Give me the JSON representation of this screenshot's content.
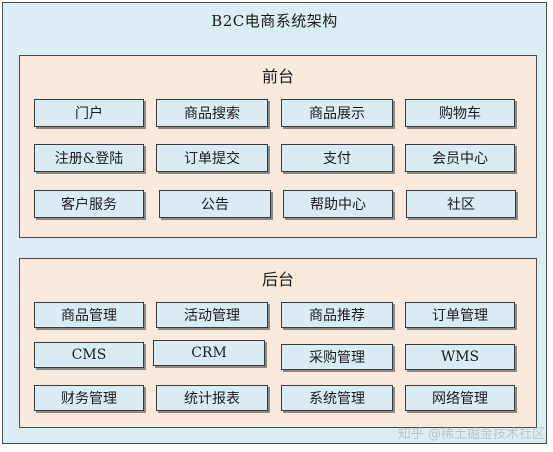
{
  "title": "B2C电商系统架构",
  "frontend": {
    "title": "前台",
    "modules": [
      "门户",
      "商品搜索",
      "商品展示",
      "购物车",
      "注册&登陆",
      "订单提交",
      "支付",
      "会员中心",
      "客户服务",
      "公告",
      "帮助中心",
      "社区"
    ]
  },
  "backend": {
    "title": "后台",
    "modules": [
      "商品管理",
      "活动管理",
      "商品推荐",
      "订单管理",
      "CMS",
      "CRM",
      "采购管理",
      "WMS",
      "财务管理",
      "统计报表",
      "系统管理",
      "网络管理"
    ]
  },
  "watermark": "知乎 @稀土掘金技术社区"
}
